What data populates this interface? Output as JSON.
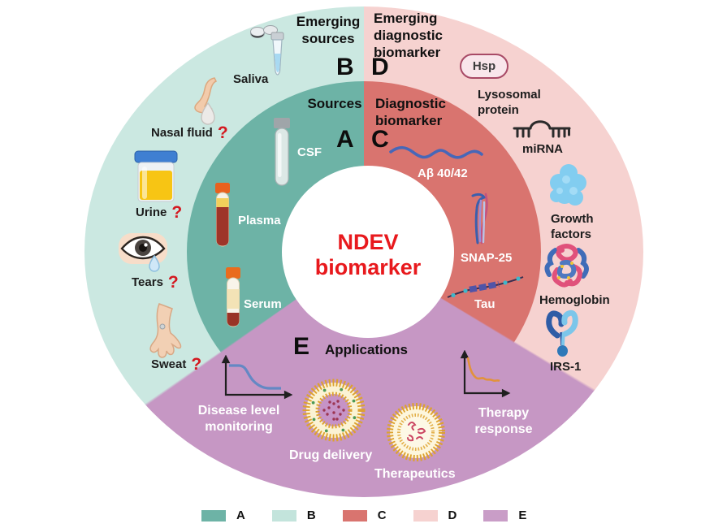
{
  "center": {
    "line1": "NDEV",
    "line2": "biomarker"
  },
  "sections": {
    "a": {
      "letter": "A",
      "title": "Sources"
    },
    "b": {
      "letter": "B",
      "title_line1": "Emerging",
      "title_line2": "sources"
    },
    "c": {
      "letter": "C",
      "title_line1": "Diagnostic",
      "title_line2": "biomarker"
    },
    "d": {
      "letter": "D",
      "title_line1": "Emerging",
      "title_line2": "diagnostic",
      "title_line3": "biomarker"
    },
    "e": {
      "letter": "E",
      "title": "Applications"
    }
  },
  "items": {
    "saliva": {
      "label": "Saliva"
    },
    "nasal_fluid": {
      "label": "Nasal fluid",
      "question": "?"
    },
    "urine": {
      "label": "Urine",
      "question": "?"
    },
    "tears": {
      "label": "Tears",
      "question": "?"
    },
    "sweat": {
      "label": "Sweat",
      "question": "?"
    },
    "csf": {
      "label": "CSF"
    },
    "plasma": {
      "label": "Plasma"
    },
    "serum": {
      "label": "Serum"
    },
    "abeta": {
      "label": "Aβ 40/42"
    },
    "snap25": {
      "label": "SNAP-25"
    },
    "tau": {
      "label": "Tau"
    },
    "hsp": {
      "label": "Hsp"
    },
    "lysosomal_protein": {
      "line1": "Lysosomal",
      "line2": "protein"
    },
    "mirna": {
      "label": "miRNA"
    },
    "growth_factors": {
      "line1": "Growth",
      "line2": "factors"
    },
    "hemoglobin": {
      "label": "Hemoglobin"
    },
    "irs1": {
      "label": "IRS-1"
    },
    "disease_level_monitoring": {
      "line1": "Disease level",
      "line2": "monitoring"
    },
    "drug_delivery": {
      "label": "Drug delivery"
    },
    "therapeutics": {
      "label": "Therapeutics"
    },
    "therapy_response": {
      "line1": "Therapy",
      "line2": "response"
    }
  },
  "legend": [
    {
      "label": "A",
      "color": "#6db3a6"
    },
    {
      "label": "B",
      "color": "#c3e4dc"
    },
    {
      "label": "C",
      "color": "#d9746f"
    },
    {
      "label": "D",
      "color": "#f6d2d0"
    },
    {
      "label": "E",
      "color": "#c99dc7"
    }
  ],
  "colors": {
    "section_a": "#6db3a6",
    "section_b": "#cbe8e1",
    "section_c": "#d9746f",
    "section_d": "#f6d2d0",
    "section_e": "#c697c4",
    "center_bg": "#ffffff",
    "title_red": "#e8191d",
    "question_red": "#d41920"
  },
  "icons": {
    "saliva": "saliva-tube-icon",
    "nasal_fluid": "nose-droplet-icon",
    "urine": "urine-container-icon",
    "tears": "eye-tear-icon",
    "sweat": "arm-icon",
    "csf": "csf-tube-icon",
    "plasma": "plasma-tube-icon",
    "serum": "serum-tube-icon",
    "abeta": "amyloid-wave-icon",
    "snap25": "snap25-protein-icon",
    "tau": "tau-protein-icon",
    "hsp": "hsp-capsule",
    "mirna": "mirna-hairpin-icon",
    "growth_factors": "growth-factor-blob-icon",
    "hemoglobin": "hemoglobin-tangle-icon",
    "irs1": "irs1-receptor-icon",
    "disease_level_monitoring": "disease-monitoring-chart-icon",
    "drug_delivery": "drug-delivery-liposome-icon",
    "therapeutics": "therapeutics-liposome-icon",
    "therapy_response": "therapy-response-chart-icon"
  }
}
